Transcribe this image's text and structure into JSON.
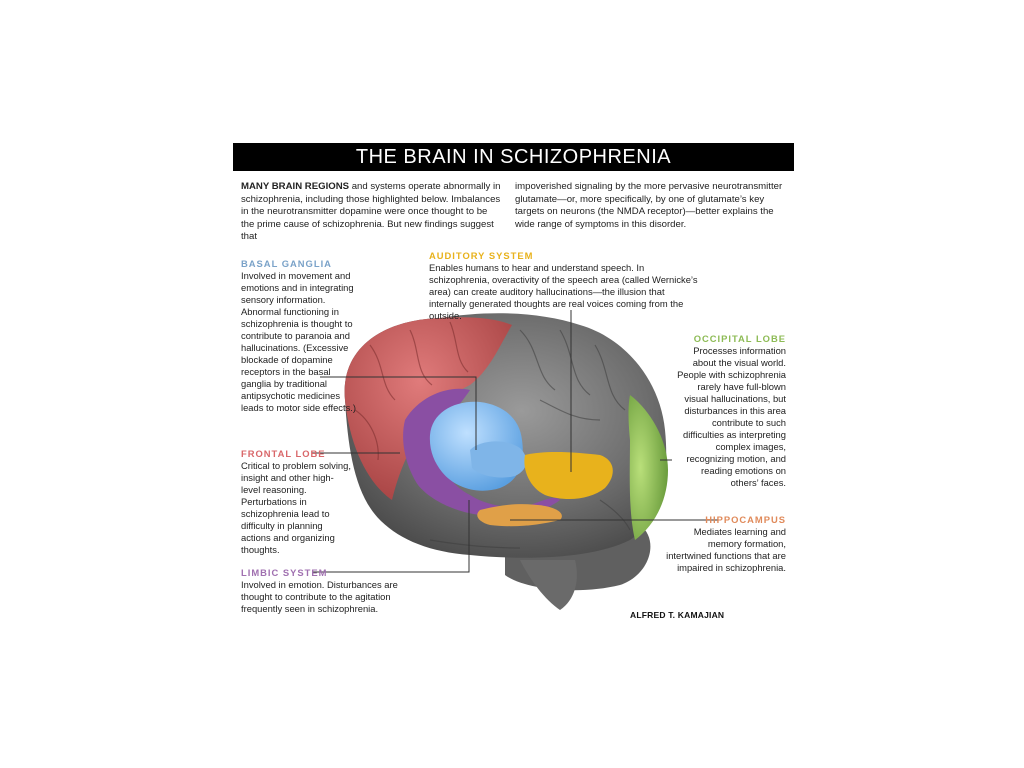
{
  "title": "THE BRAIN IN SCHIZOPHRENIA",
  "intro": {
    "lead": "MANY BRAIN REGIONS",
    "left_text": " and systems operate abnormally in schizophrenia, including those highlighted below. Imbalances in the neurotransmitter dopamine were once thought to be the prime cause of schizophrenia. But new findings suggest that",
    "right_text": "impoverished signaling by the more pervasive neurotransmitter glutamate—or, more specifically, by one of glutamate’s key targets on neurons (the NMDA receptor)—better explains the wide range of symptoms in this disorder."
  },
  "regions": {
    "basal_ganglia": {
      "heading": "BASAL GANGLIA",
      "color": "#7aa2c8",
      "text": "Involved in movement and emotions and in integrating sensory information. Abnormal functioning in schizophrenia is thought to contribute to paranoia and hallucinations. (Excessive blockade of dopamine receptors in the basal ganglia by traditional antipsychotic medicines leads to motor side effects.)"
    },
    "auditory_system": {
      "heading": "AUDITORY SYSTEM",
      "color": "#e8b21c",
      "text": "Enables humans to hear and understand speech. In schizophrenia, overactivity of the speech area (called Wernicke’s area) can create auditory hallucinations—the illusion that internally generated thoughts are real voices coming from the outside."
    },
    "occipital_lobe": {
      "heading": "OCCIPITAL LOBE",
      "color": "#8dbb55",
      "text": "Processes information about the visual world. People with schizophrenia rarely have full-blown visual hallucinations, but disturbances in this area contribute to such difficulties as interpreting complex images, recognizing motion, and reading emotions on others’ faces."
    },
    "frontal_lobe": {
      "heading": "FRONTAL LOBE",
      "color": "#d9676a",
      "text": "Critical to problem solving, insight and other high-level reasoning. Perturbations in schizophrenia lead to difficulty in planning actions and organizing thoughts."
    },
    "hippocampus": {
      "heading": "HIPPOCAMPUS",
      "color": "#e08a5a",
      "text": "Mediates learning and memory formation, intertwined functions that are impaired in schizophrenia."
    },
    "limbic_system": {
      "heading": "LIMBIC SYSTEM",
      "color": "#a070b0",
      "text": "Involved in emotion. Disturbances are thought to contribute to the agitation frequently seen in schizophrenia."
    }
  },
  "credit": "ALFRED T. KAMAJIAN"
}
